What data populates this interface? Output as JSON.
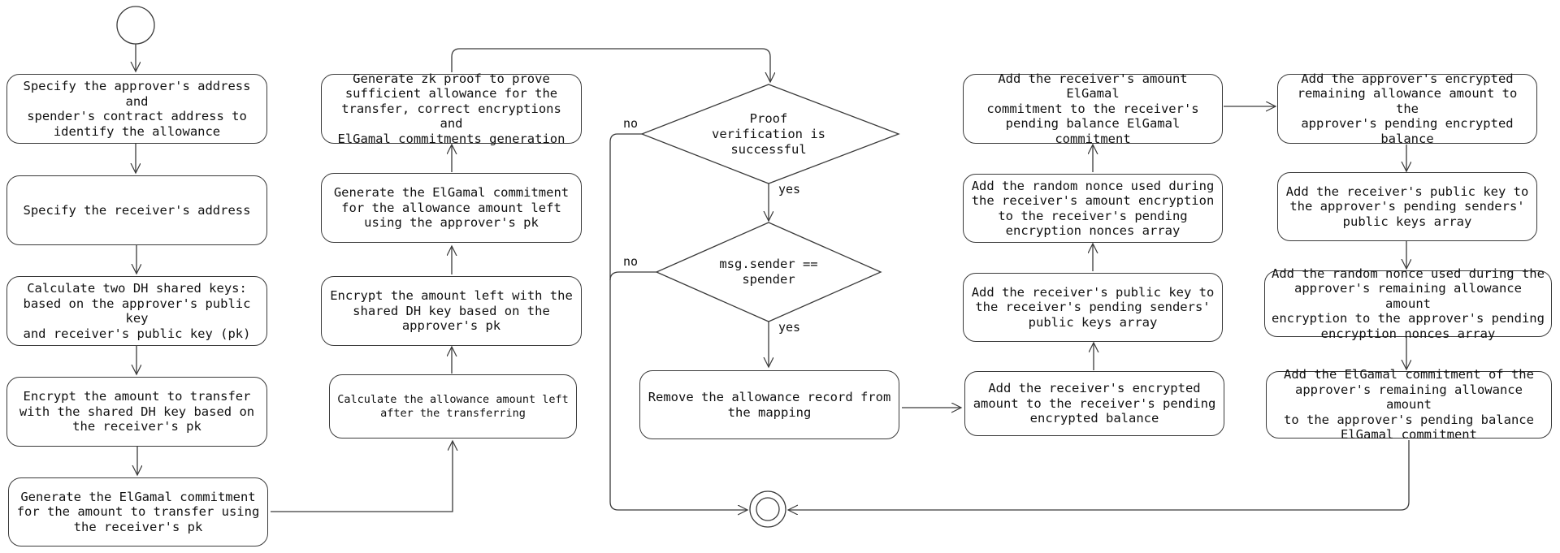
{
  "column1": {
    "specify_addresses": "Specify the approver's address and\nspender's contract address to\nidentify the allowance",
    "specify_receiver": "Specify the receiver's address",
    "calc_dh_keys": "Calculate two DH shared keys:\nbased on the approver's public key\nand receiver's public key (pk)",
    "encrypt_amount": "Encrypt the amount to transfer\nwith the shared DH key based on\nthe receiver's pk",
    "gen_commitment_transfer": "Generate the ElGamal commitment\nfor the amount to transfer using\nthe receiver's pk"
  },
  "column2": {
    "calc_allowance_left": "Calculate the allowance amount left\nafter the transferring",
    "encrypt_amount_left": "Encrypt the amount left with the\nshared DH key based on the\napprover's pk",
    "gen_commitment_left": "Generate the ElGamal commitment\nfor the allowance amount left\nusing the approver's pk",
    "gen_zk_proof": "Generate zk proof to prove\nsufficient allowance for the\ntransfer, correct encryptions and\nElGamal commitments generation"
  },
  "column3": {
    "proof_verification": "Proof\nverification is\nsuccessful",
    "sender_check": "msg.sender ==\nspender",
    "remove_record": "Remove the allowance record from\nthe mapping",
    "yes_label": "yes",
    "no_label": "no"
  },
  "column4": {
    "add_encrypted_amount": "Add the receiver's encrypted\namount to the receiver's pending\nencrypted balance",
    "add_public_key": "Add the receiver's public key to\nthe receiver's pending senders'\npublic keys array",
    "add_nonce": "Add the random nonce used during\nthe receiver's amount encryption\nto the receiver's pending\nencryption nonces array",
    "add_commitment": "Add the receiver's amount ElGamal\ncommitment to the receiver's\npending balance ElGamal commitment"
  },
  "column5": {
    "add_remaining_allowance": "Add the approver's encrypted\nremaining allowance amount to the\napprover's pending encrypted\nbalance",
    "add_receiver_pk": "Add the receiver's public key to\nthe approver's pending senders'\npublic keys array",
    "add_approver_nonce": "Add the random nonce used during the\napprover's remaining allowance amount\nencryption to the approver's pending\nencryption nonces array",
    "add_approver_commitment": "Add the ElGamal commitment of the\napprover's remaining allowance amount\nto the approver's pending balance\nElGamal commitment"
  }
}
